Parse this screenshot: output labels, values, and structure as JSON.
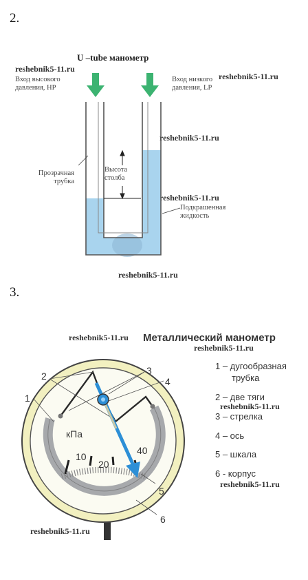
{
  "section2": {
    "number": "2.",
    "title": "U –tube манометр",
    "inlet_high": [
      "Вход высокого",
      "давления, НР"
    ],
    "inlet_low": [
      "Вход низкого",
      "давления, LP"
    ],
    "tube_label": [
      "Прозрачная",
      "трубка"
    ],
    "column_label": [
      "Высота",
      "столба"
    ],
    "liquid_label": [
      "Подкрашенная",
      "жидкость"
    ]
  },
  "section3": {
    "number": "3.",
    "title": "Металлический манометр",
    "dial_unit": "кПа",
    "scale": [
      "10",
      "20",
      "40"
    ],
    "callouts": [
      "1",
      "2",
      "3",
      "4",
      "5",
      "6"
    ],
    "legend": [
      [
        "1 – дугообразная",
        "трубка"
      ],
      [
        "2 – две тяги"
      ],
      [
        "3 – стрелка"
      ],
      [
        "4 – ось"
      ],
      [
        "5 – шкала"
      ],
      [
        "6 - корпус"
      ]
    ]
  },
  "watermark": "reshebnik5-11.ru",
  "colors": {
    "liquid": "#a9d4ee",
    "arrow_green": "#3cb371",
    "needle_blue": "#2d8fd6",
    "gauge_gray": "#a7a9ac",
    "rim": "#f2f0c0"
  }
}
